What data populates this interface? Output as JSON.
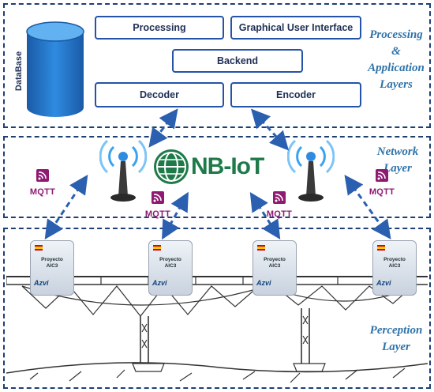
{
  "layers": {
    "application": {
      "line1": "Processing",
      "line2": "&",
      "line3": "Application",
      "line4": "Layers"
    },
    "network": {
      "line1": "Network",
      "line2": "Layer"
    },
    "perception": {
      "line1": "Perception",
      "line2": "Layer"
    }
  },
  "blocks": {
    "processing": "Processing",
    "gui": "Graphical User Interface",
    "backend": "Backend",
    "decoder": "Decoder",
    "encoder": "Encoder",
    "database": "DataBase"
  },
  "network": {
    "nbiot_logo": "NB-IoT",
    "protocol_badges": [
      "MQTT",
      "MQTT",
      "MQTT",
      "MQTT"
    ]
  },
  "devices": {
    "count": 4,
    "project_line1": "Proyecto",
    "project_line2": "AIC3",
    "brand": "Azvi"
  },
  "colors": {
    "layer_border": "#1d3f73",
    "box_border": "#2453a8",
    "label_text": "#2f73a8",
    "arrow": "#2b5fb0",
    "mqtt": "#8e1a72",
    "nbiot_green": "#1f7a4a",
    "database_blue": "#1f6fc0"
  }
}
